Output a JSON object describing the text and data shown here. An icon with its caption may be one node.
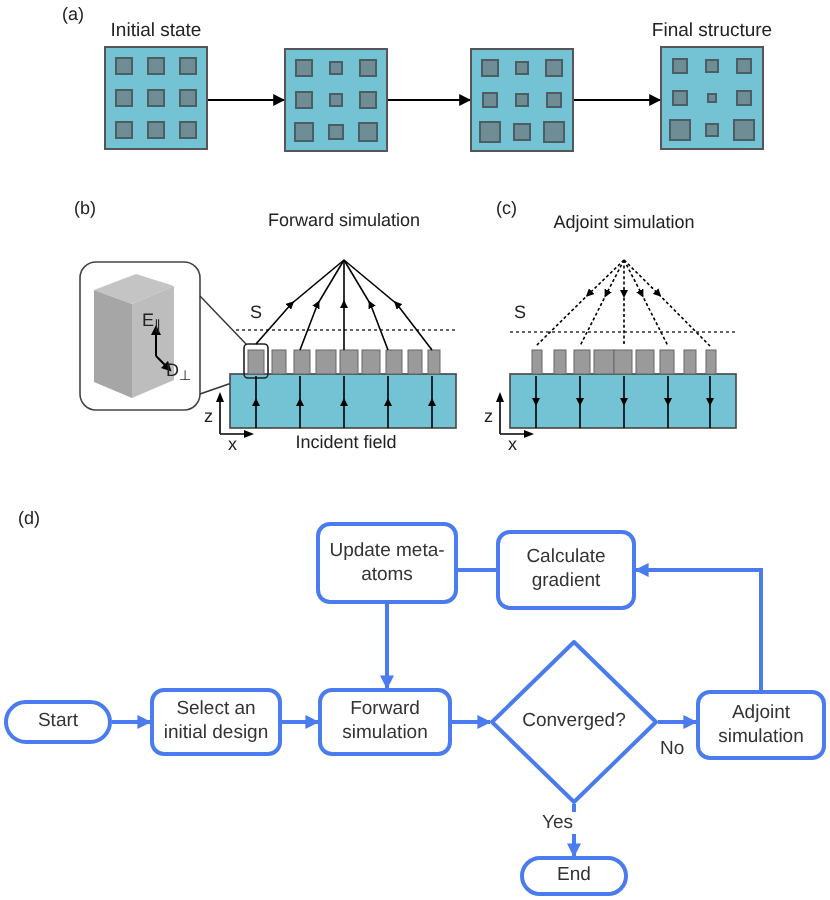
{
  "diagram": {
    "nodes": [
      {
        "text": [
          "Initial state"
        ]
      },
      {
        "text": [],
        "shape": "box"
      },
      {
        "text": [],
        "shape": "box"
      },
      {
        "text": [
          "Final structure"
        ]
      },
      {
        "text": [
          "Update meta-atoms"
        ]
      },
      {
        "text": [
          "Calculate gradient"
        ]
      },
      {
        "text": [
          "Start"
        ]
      },
      {
        "text": [
          "Select an initial design"
        ]
      },
      {
        "text": [
          "Forward simulation"
        ]
      },
      {
        "text": [
          "Converged?"
        ]
      },
      {
        "text": [
          "Adjoint simulation"
        ]
      },
      {
        "text": [
          "End"
        ]
      }
    ],
    "edges": [
      {
        "from": 0,
        "to": 1,
        "arrow": "to",
        "color": "#000000"
      },
      {
        "from": 1,
        "to": 2,
        "arrow": "to",
        "color": "#000000"
      },
      {
        "from": 2,
        "to": 3,
        "arrow": "to",
        "color": "#000000"
      },
      {
        "from": 6,
        "to": 7,
        "arrow": "to"
      },
      {
        "from": 7,
        "to": 8,
        "arrow": "to"
      },
      {
        "from": 8,
        "to": 9,
        "arrow": "to"
      },
      {
        "from": 9,
        "to": 10,
        "arrow": "to",
        "label": "No"
      },
      {
        "from": 9,
        "to": 11,
        "arrow": "to",
        "label": "Yes"
      },
      {
        "from": 10,
        "to": 5,
        "arrow": "to"
      },
      {
        "from": 5,
        "to": 4,
        "arrow": "none"
      },
      {
        "from": 4,
        "to": 8,
        "arrow": "to"
      }
    ],
    "labels": [
      "(a)",
      "(b)",
      "Forward simulation",
      "S",
      "E$_{∥}$",
      "D$_{⊥}$",
      "z",
      "x",
      "Incident field",
      "(c)",
      "Adjoint simulation",
      "S",
      "z",
      "x",
      "(d)"
    ]
  }
}
